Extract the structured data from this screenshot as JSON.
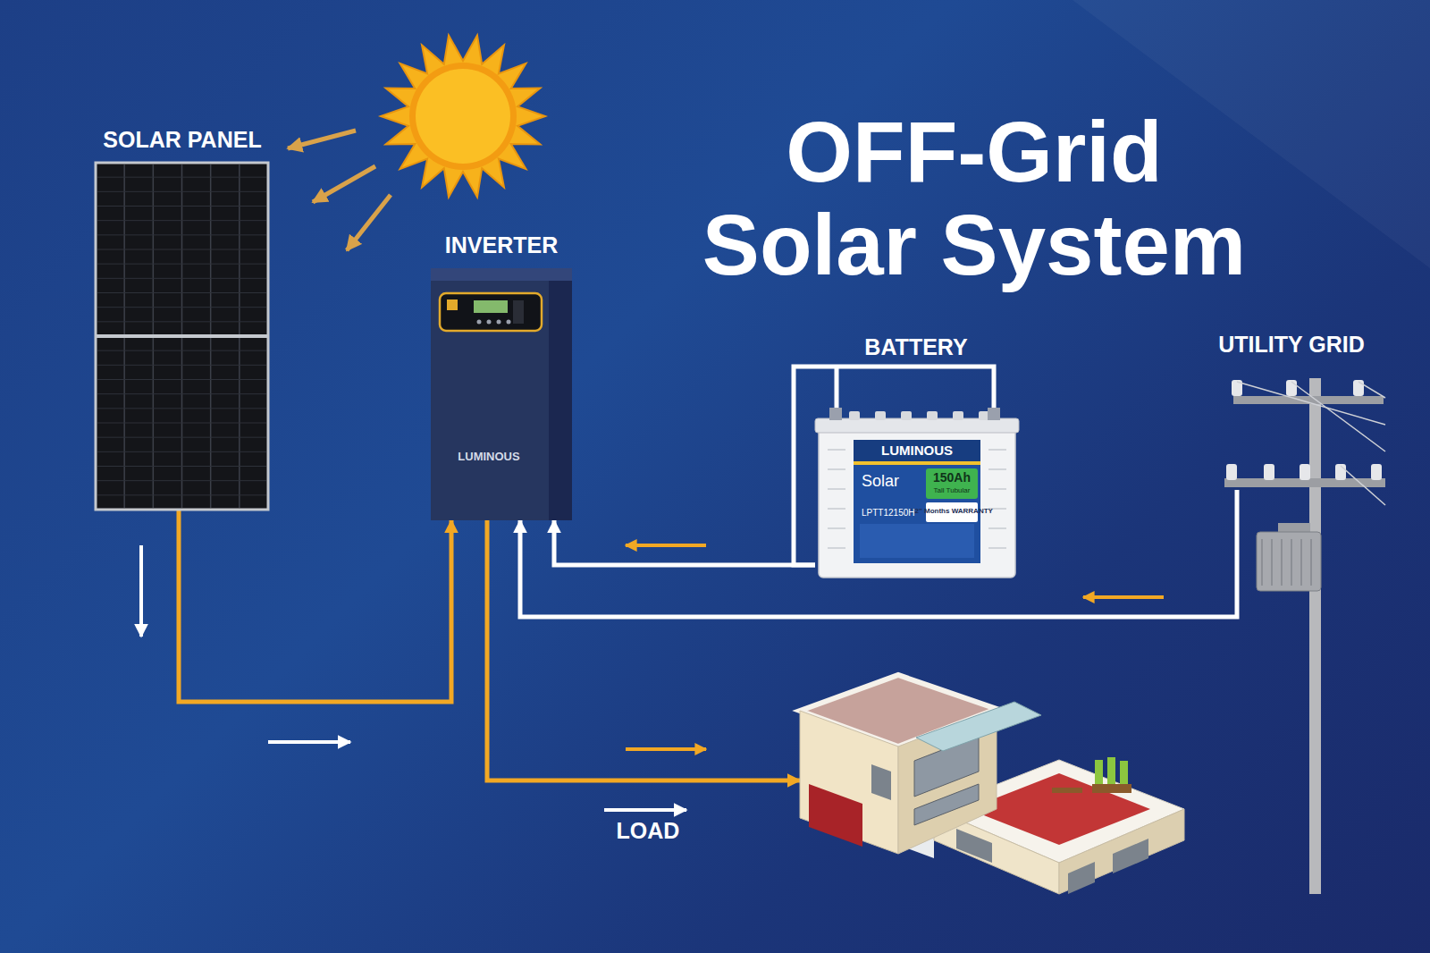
{
  "diagram": {
    "title": "OFF-Grid Solar System",
    "nodes": [
      {
        "text": [
          "SOLAR PANEL"
        ]
      },
      {
        "text": [
          "INVERTER",
          "LUMINOUS"
        ]
      },
      {
        "text": [
          "BATTERY",
          "LUMINOUS",
          "Solar",
          "150Ah",
          "Tall Tubular",
          "72\" Months WARRANTY",
          "LPTT12150H"
        ]
      },
      {
        "text": [
          "UTILITY GRID"
        ]
      },
      {
        "text": [
          "LOAD"
        ]
      }
    ],
    "edges": [
      {
        "from": 0,
        "to": 1,
        "arrow": "to"
      },
      {
        "from": 2,
        "to": 1,
        "arrow": "to"
      },
      {
        "from": 3,
        "to": 1,
        "arrow": "to"
      },
      {
        "from": 1,
        "to": 4,
        "arrow": "to"
      }
    ]
  }
}
